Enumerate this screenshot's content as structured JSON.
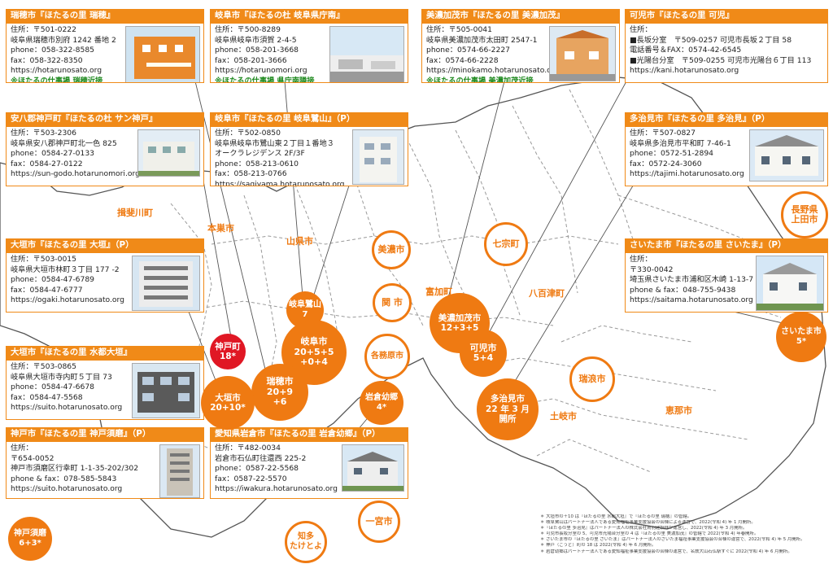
{
  "colors": {
    "accent": "#f08a18",
    "red": "#e01724",
    "note_green": "#1f8a1f"
  },
  "cards": {
    "mizuho": {
      "title": "瑞穂市『ほたるの里 瑞穂』",
      "lines": [
        "住所：〒501-0222",
        "岐阜県瑞穂市別府 1242 番地 2",
        "phone：058-322-8585",
        "fax：058-322-8350",
        "https://hotarunosato.org"
      ],
      "note": "※ほたるの仕事場 瑞穂近接"
    },
    "gifuhall": {
      "title": "岐阜市『ほたるの杜 岐阜県庁南』",
      "lines": [
        "住所：〒500-8289",
        "岐阜県岐阜市須賀 2-4-5",
        "phone：058-201-3668",
        "fax：058-201-3666",
        "https://hotarunomori.org"
      ],
      "note": "※ほたるの仕事場 県庁南隣接"
    },
    "minokamo": {
      "title": "美濃加茂市『ほたるの里 美濃加茂』",
      "lines": [
        "住所：〒505-0041",
        "岐阜県美濃加茂市太田町 2547-1",
        "phone：0574-66-2227",
        "fax：0574-66-2228",
        "https://minokamo.hotarunosato.org"
      ],
      "note": "※ほたるの仕事場 美濃加茂近接"
    },
    "kani": {
      "title": "可児市『ほたるの里 可児』",
      "lines": [
        "住所：",
        "■長坂分室　〒509-0257 可児市長坂２丁目 58",
        "電話番号＆FAX：0574-42-6545",
        "■光陽台分室　〒509-0255 可児市光陽台６丁目 113",
        "https://kani.hotarunosato.org"
      ]
    },
    "anpachi": {
      "title": "安八郡神戸町『ほたるの杜 サン神戸』",
      "lines": [
        "住所：〒503-2306",
        "岐阜県安八郡神戸町北一色 825",
        "phone：0584-27-0133",
        "fax：0584-27-0122",
        "https://sun-godo.hotarunomori.org"
      ]
    },
    "sagiyama": {
      "title": "岐阜市『ほたるの里 岐阜鷺山』（P）",
      "lines": [
        "住所：〒502-0850",
        "岐阜県岐阜市鷺山東２丁目１番地３",
        "オークラレジデンス 2F/3F",
        "phone：058-213-0610",
        "fax：058-213-0766",
        "https://sagiyama.hotarunosato.org"
      ]
    },
    "tajimi": {
      "title": "多治見市『ほたるの里 多治見』（P）",
      "lines": [
        "住所：〒507-0827",
        "岐阜県多治見市平和町 7-46-1",
        "phone：0572-51-2894",
        "fax：0572-24-3060",
        "https://tajimi.hotarunosato.org"
      ]
    },
    "ogaki": {
      "title": "大垣市『ほたるの里 大垣』（P）",
      "lines": [
        "住所：〒503-0015",
        "岐阜県大垣市林町３丁目 177 -2",
        "phone：0584-47-6789",
        "fax：0584-47-6777",
        "https://ogaki.hotarunosato.org"
      ]
    },
    "saitama": {
      "title": "さいたま市『ほたるの里 さいたま』（P）",
      "lines": [
        "住所：",
        "〒330-0042",
        "埼玉県さいたま市浦和区木崎 1-13-7",
        "phone & fax：048-755-9438",
        "https://saitama.hotarunosato.org"
      ]
    },
    "suito": {
      "title": "大垣市『ほたるの里 水都大垣』",
      "lines": [
        "住所：〒503-0865",
        "岐阜県大垣市寺内町５丁目 73",
        "phone：0584-47-6678",
        "fax：0584-47-5568",
        "https://suito.hotarunosato.org"
      ]
    },
    "kobe": {
      "title": "神戸市『ほたるの里 神戸須磨』（P）",
      "lines": [
        "住所：",
        "〒654-0052",
        "神戸市須磨区行幸町 1-1-35-202/302",
        "phone & fax：078-585-5843",
        "https://suito.hotarunosato.org"
      ]
    },
    "iwakura": {
      "title": "愛知県岩倉市『ほたるの里 岩倉幼郷』（P）",
      "lines": [
        "住所：〒482-0034",
        "岩倉市石仏町往還西 225-2",
        "phone：0587-22-5568",
        "fax：0587-22-5570",
        "https://iwakura.hotarunosato.org"
      ]
    }
  },
  "circles": {
    "godo": "神戸町\n18*",
    "sagiyama": "岐阜鷺山\n7",
    "gifu": "岐阜市\n20+5+5\n+0+4",
    "mizuho": "瑞穂市\n20+9\n+6",
    "ogaki": "大垣市\n20+10*",
    "minokamo": "美濃加茂市\n12+3+5",
    "kani": "可児市\n5+4",
    "tajimi": "多治見市\n22 年 3 月\n開所",
    "iwakura": "岩倉幼郷\n4*",
    "saitama": "さいたま市\n5*",
    "kobe": "神戸須磨\n6+3*"
  },
  "rings": {
    "mino": "美濃市",
    "seki": "関 市",
    "kakamigahara": "各務原市",
    "hichiso": "七宗町",
    "mizunami": "瑞浪市",
    "nagano": "長野県\n上田市",
    "ichinomiya": "一宮市",
    "chita": "知多\nたけとよ"
  },
  "towns": {
    "ibigawa": "揖斐川町",
    "motosu": "本巣市",
    "yamagata": "山県市",
    "tomika": "富加町",
    "yaotsu": "八百津町",
    "toki": "土岐市",
    "ena": "恵那市"
  },
  "footnotes": [
    "＊ 大垣市の＋10 は『ほたるの里 水都大垣』で『ほたるの里 瑞穂』の管轄。",
    "＊ 岐阜鷺山はパートナー法人である愛知福祉事業支援協会の合棟による運営で、2022(令和 4) 年 1 月開所。",
    "＊『ほたるの里 多治見』はパートナー法人の株式会社鳥羽建設様が運営し、2022(令和 4) 年 3 月開所。",
    "＊ 可児市長坂分室の 5、可児市光陽台分室の 4 は『ほたるの里 美濃加茂』の管轄で 2022(令和 4) 年春開所。",
    "＊ さいたま市の『ほたるの里 さいたま』はパートナー法人のさいたま福祉事業支援協会の合棟の運営で、2022(令和 4) 年 5 月開所。",
    "＊ 神戸（ごうど）町の 18 は 2022(令和 4) 年 6 月開所。",
    "＊ 岩倉幼郷はパートナー法人である愛知福祉事業支援協会の合棟の運営で、名鉄犬山石仏駅すぐに 2022(令和 4) 年 6 月開所。"
  ]
}
